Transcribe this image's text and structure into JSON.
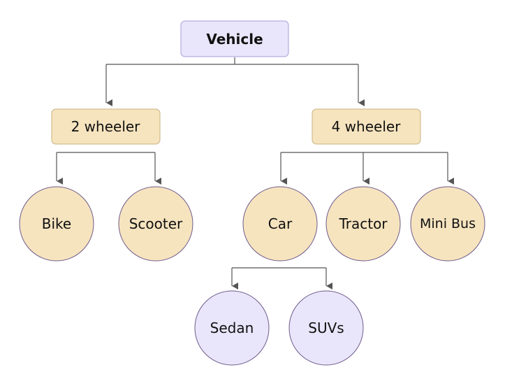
{
  "colors": {
    "root_fill": "#e9e6fb",
    "root_stroke": "#a89cd9",
    "level1_fill": "#f6e4bf",
    "level1_stroke": "#c9b27f",
    "circle_fill": "#f6e4bf",
    "circle_stroke": "#6f5a8a",
    "leaf_fill": "#e9e6fb",
    "leaf_stroke": "#6f5a8a",
    "edge": "#555555",
    "text": "#111111"
  },
  "nodes": {
    "vehicle": "Vehicle",
    "two_wheeler": "2 wheeler",
    "four_wheeler": "4 wheeler",
    "bike": "Bike",
    "scooter": "Scooter",
    "car": "Car",
    "tractor": "Tractor",
    "mini_bus": "Mini Bus",
    "sedan": "Sedan",
    "suvs": "SUVs"
  }
}
